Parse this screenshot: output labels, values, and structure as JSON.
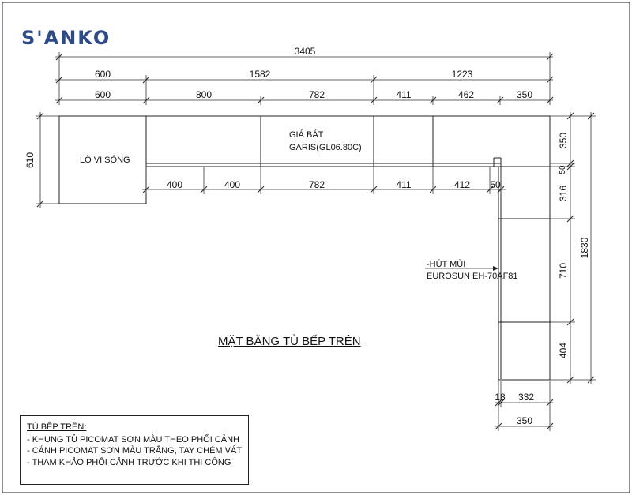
{
  "logo": {
    "text": "S'ANKO",
    "color": "#2d4a8a"
  },
  "title": "MẶT BẰNG TỦ BẾP TRÊN",
  "labels": {
    "microwave": "LÒ VI SÓNG",
    "dish_rack_1": "GIÁ BÁT",
    "dish_rack_2": "GARIS(GL06.80C)",
    "hood_1": "-HÚT MÙI",
    "hood_2": "EUROSUN EH-70AF81"
  },
  "dimensions": {
    "overall": "3405",
    "row2": [
      "600",
      "1582",
      "1223"
    ],
    "row3": [
      "600",
      "800",
      "782",
      "411",
      "462",
      "350"
    ],
    "inner": [
      "400",
      "400",
      "782",
      "411",
      "412",
      "50"
    ],
    "left_depth": "610",
    "right_segments": [
      "350",
      "50",
      "316",
      "710",
      "404"
    ],
    "right_total": "1830",
    "bottom_small": [
      "18",
      "332"
    ],
    "bottom_total": "350"
  },
  "notes": {
    "title": "TỦ BẾP TRÊN:",
    "items": [
      "- KHUNG TỦ PICOMAT SƠN MÀU THEO PHỐI CẢNH",
      "- CÁNH PICOMAT SƠN MÀU TRẮNG, TAY CHÉM VÁT",
      "- THAM KHẢO PHỐI CẢNH TRƯỚC KHI THI CÔNG"
    ]
  }
}
